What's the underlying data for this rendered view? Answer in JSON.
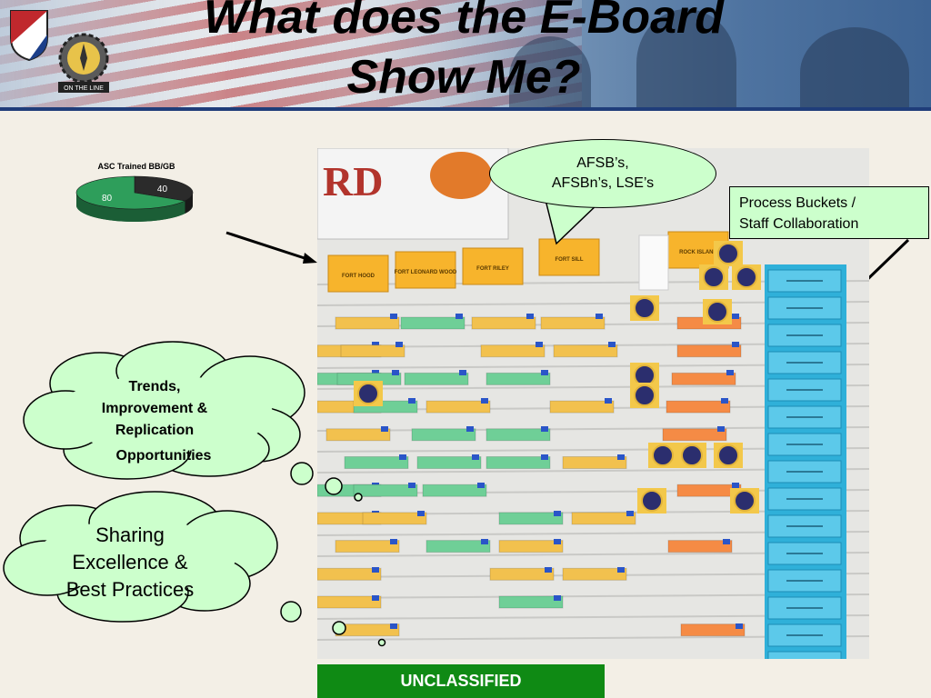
{
  "slide": {
    "title_line1": "What does the E-Board",
    "title_line2": "Show Me?",
    "logo_text": "ON THE LINE",
    "footer": "UNCLASSIFIED"
  },
  "chart_data": {
    "type": "pie",
    "title": "ASC  Trained BB/GB",
    "categories": [
      "80",
      "40"
    ],
    "values": [
      80,
      40
    ],
    "colors": [
      "#2e9e5b",
      "#2b2b2b"
    ]
  },
  "callouts": {
    "afsb_line1": "AFSB’s,",
    "afsb_line2": "AFSBn’s, LSE’s",
    "process_line1": "Process Buckets /",
    "process_line2": "Staff Collaboration",
    "trends_line1": "Trends,",
    "trends_line2": "Improvement &",
    "trends_line3": "Replication",
    "trends_line4": "Opportunities",
    "sharing_line1": "Sharing",
    "sharing_line2": "Excellence &",
    "sharing_line3": "Best Practices"
  },
  "board": {
    "header_text": "RD",
    "cards": [
      "FORT HOOD",
      "FORT LEONARD WOOD",
      "FORT RILEY",
      "FORT SILL",
      "ROCK ISLAND"
    ]
  }
}
